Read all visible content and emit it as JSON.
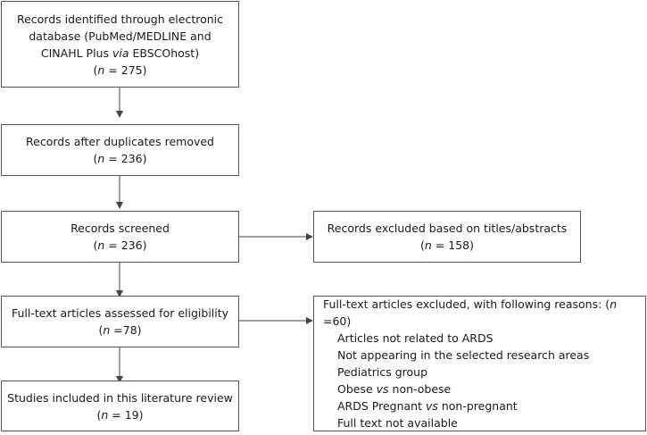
{
  "flow": {
    "identified": {
      "lines": [
        "Records identified through electronic",
        "database (PubMed/MEDLINE and"
      ],
      "line3_pre": "CINAHL Plus ",
      "line3_italic": "via",
      "line3_post": " EBSCOhost)",
      "n_pre": "(",
      "n_var": "n",
      "n_post": " = 275)"
    },
    "duplicates_removed": {
      "label": "Records after duplicates removed",
      "n_pre": "(",
      "n_var": "n",
      "n_post": " = 236)"
    },
    "screened": {
      "label": "Records screened",
      "n_pre": "(",
      "n_var": "n",
      "n_post": " = 236)"
    },
    "excluded_titles": {
      "label": "Records excluded based on titles/abstracts",
      "n_pre": "(",
      "n_var": "n",
      "n_post": " = 158)"
    },
    "fulltext_assessed": {
      "label": "Full-text articles assessed for eligibility",
      "n_pre": "(",
      "n_var": "n",
      "n_post": " =78)"
    },
    "fulltext_excluded": {
      "header_pre": "Full-text articles excluded, with following reasons: (",
      "header_var": "n",
      "header_post": " =60)",
      "reason_1": "Articles not related to ARDS",
      "reason_2": "Not appearing in the selected research areas",
      "reason_3": "Pediatrics group",
      "reason_4_pre": "Obese ",
      "reason_4_italic": "vs",
      "reason_4_post": " non-obese",
      "reason_5_pre": "ARDS Pregnant ",
      "reason_5_italic": "vs",
      "reason_5_post": " non-pregnant",
      "reason_6": "Full text not available"
    },
    "included": {
      "label": "Studies included in this literature review",
      "n_pre": "(",
      "n_var": "n",
      "n_post": " = 19)"
    }
  },
  "colors": {
    "border": "#555555",
    "text": "#1a1a1a",
    "arrow": "#444444"
  }
}
